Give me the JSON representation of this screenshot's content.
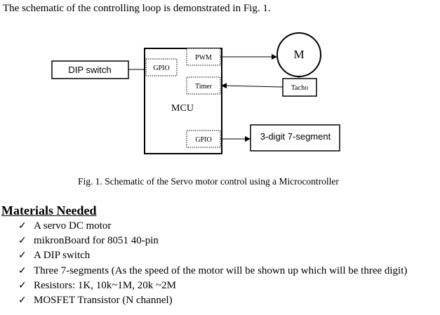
{
  "intro_text": "The schematic of the controlling loop is demonstrated in Fig. 1.",
  "diagram": {
    "dip_switch": "DIP switch",
    "gpio_in": "GPIO",
    "pwm": "PWM",
    "timer": "Timer",
    "mcu": "MCU",
    "gpio_out": "GPIO",
    "motor": "M",
    "tacho": "Tacho",
    "segment_display": "3-digit 7-segment"
  },
  "caption": "Fig. 1. Schematic of the Servo motor control using a Microcontroller",
  "materials": {
    "title": "Materials Needed",
    "check_glyph": "✓",
    "items": [
      "A servo DC motor",
      "mikronBoard for 8051 40-pin",
      "A DIP switch",
      "Three 7-segments (As the speed of the motor will be shown up which will be three digit)",
      "Resistors: 1K, 10k~1M, 20k ~2M",
      "MOSFET Transistor (N channel)"
    ]
  }
}
